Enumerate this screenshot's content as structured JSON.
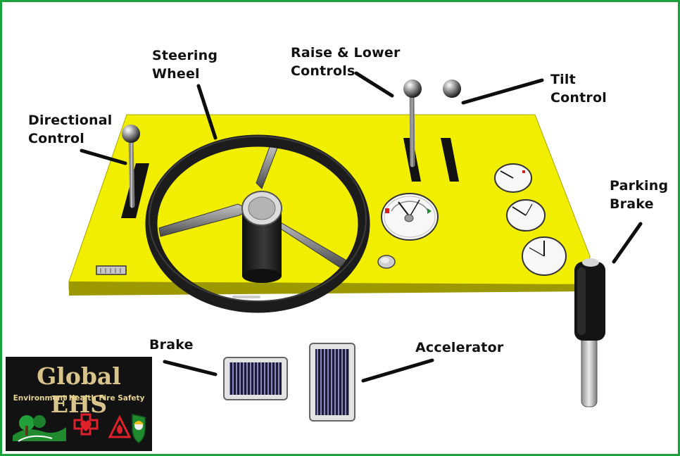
{
  "labels": {
    "steering_wheel": [
      "Steering",
      "Wheel"
    ],
    "raise_lower": [
      "Raise & Lower",
      "Controls"
    ],
    "tilt": [
      "Tilt",
      "Control"
    ],
    "directional": [
      "Directional",
      "Control"
    ],
    "parking_brake": [
      "Parking",
      "Brake"
    ],
    "brake": "Brake",
    "accelerator": "Accelerator"
  },
  "logo": {
    "title": "Global EHS",
    "subtitle": "Environment Health Fire Safety"
  },
  "colors": {
    "border": "#1aa33a",
    "panel": "#f2ee00",
    "wheel": "#1c1c1c",
    "logo_text": "#d8c48a"
  }
}
